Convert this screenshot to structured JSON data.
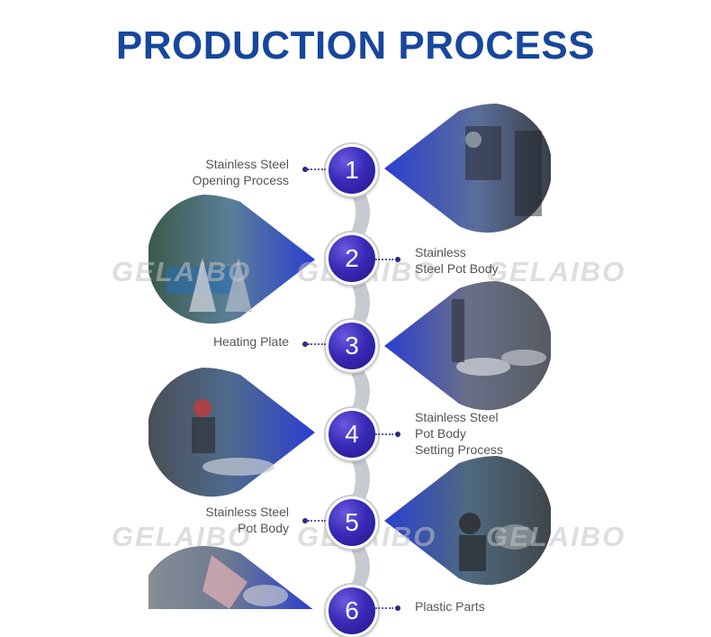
{
  "title": "PRODUCTION PROCESS",
  "watermark": "GELAIBO",
  "colors": {
    "title": "#17479d",
    "node": "#3a2bb8",
    "spine": "#c9cbd2",
    "photo_tint": "#2b3fd0"
  },
  "steps": [
    {
      "number": "1",
      "label": "Stainless Steel\nOpening Process"
    },
    {
      "number": "2",
      "label": "Stainless\nSteel Pot Body"
    },
    {
      "number": "3",
      "label": "Heating Plate"
    },
    {
      "number": "4",
      "label": "Stainless Steel\nPot Body\nSetting Process"
    },
    {
      "number": "5",
      "label": "Stainless Steel\nPot Body"
    },
    {
      "number": "6",
      "label": "Plastic Parts"
    }
  ]
}
